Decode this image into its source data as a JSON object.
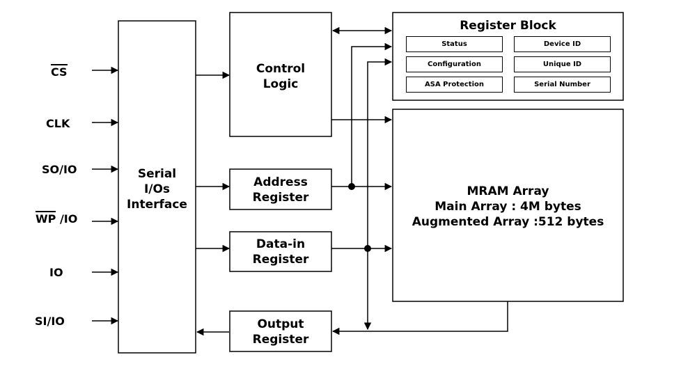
{
  "pins": {
    "cs": "CS",
    "clk": "CLK",
    "so_io": "SO/IO",
    "wp_main": "WP",
    "wp_suffix": " /IO",
    "io": "IO",
    "si_io": "SI/IO"
  },
  "blocks": {
    "serial_interface": "Serial\nI/Os\nInterface",
    "control_logic": "Control\nLogic",
    "address_register": "Address\nRegister",
    "data_in_register": "Data-in\nRegister",
    "output_register": "Output\nRegister"
  },
  "register_block": {
    "title": "Register Block",
    "items": [
      "Status",
      "Device ID",
      "Configuration",
      "Unique ID",
      "ASA Protection",
      "Serial Number"
    ]
  },
  "mram": {
    "line1": "MRAM Array",
    "line2": "Main Array : 4M bytes",
    "line3": "Augmented Array :512 bytes"
  }
}
